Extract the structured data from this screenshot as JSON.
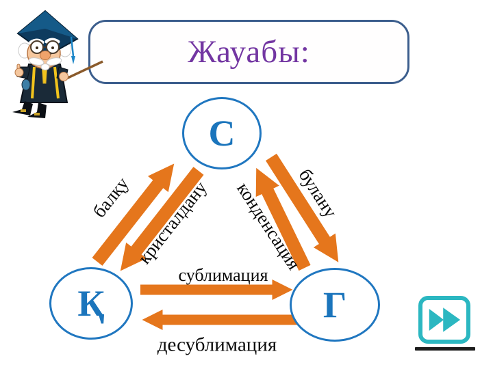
{
  "slide": {
    "title": "Жауабы:"
  },
  "diagram": {
    "nodes": {
      "top": "С",
      "bottom_left": "Қ",
      "bottom_right": "Г"
    },
    "transitions": {
      "melt": "балқу",
      "crystallize": "кристалдану",
      "condense": "конденсация",
      "evaporate": "булану",
      "sublimate": "сублимация",
      "desublimate": "десублимация"
    }
  },
  "colors": {
    "arrow_orange": "#E5761C",
    "node_blue": "#1B75BC",
    "node_border_blue": "#2077C0",
    "title_purple": "#7336A2",
    "title_border_blue": "#3C5E8D",
    "next_teal": "#2BB7C1"
  },
  "icons": {
    "professor": "professor-cartoon-illustration",
    "next": "fast-forward-icon"
  }
}
